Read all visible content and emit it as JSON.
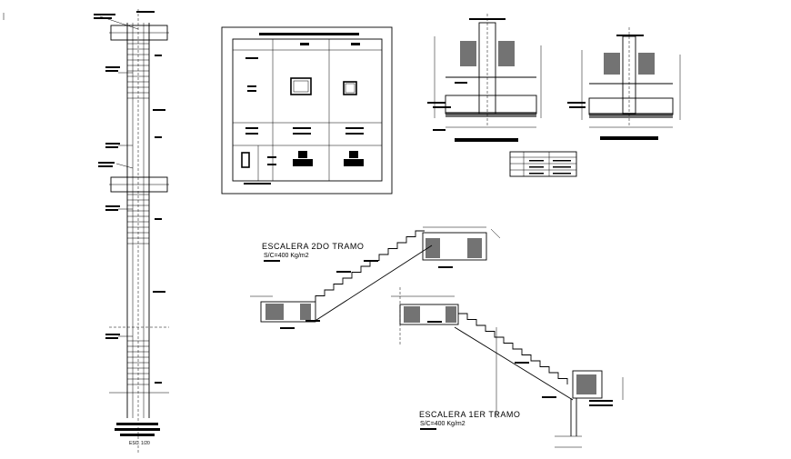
{
  "stair_upper": {
    "title": "ESCALERA 2DO TRAMO",
    "load": "S/C=400 Kg/m2"
  },
  "stair_lower": {
    "title": "ESCALERA 1ER TRAMO",
    "load": "S/C=400 Kg/m2"
  },
  "column_detail": {
    "scale": "ESC. 1/20"
  },
  "table": {
    "rows": 4,
    "cols": 3
  }
}
